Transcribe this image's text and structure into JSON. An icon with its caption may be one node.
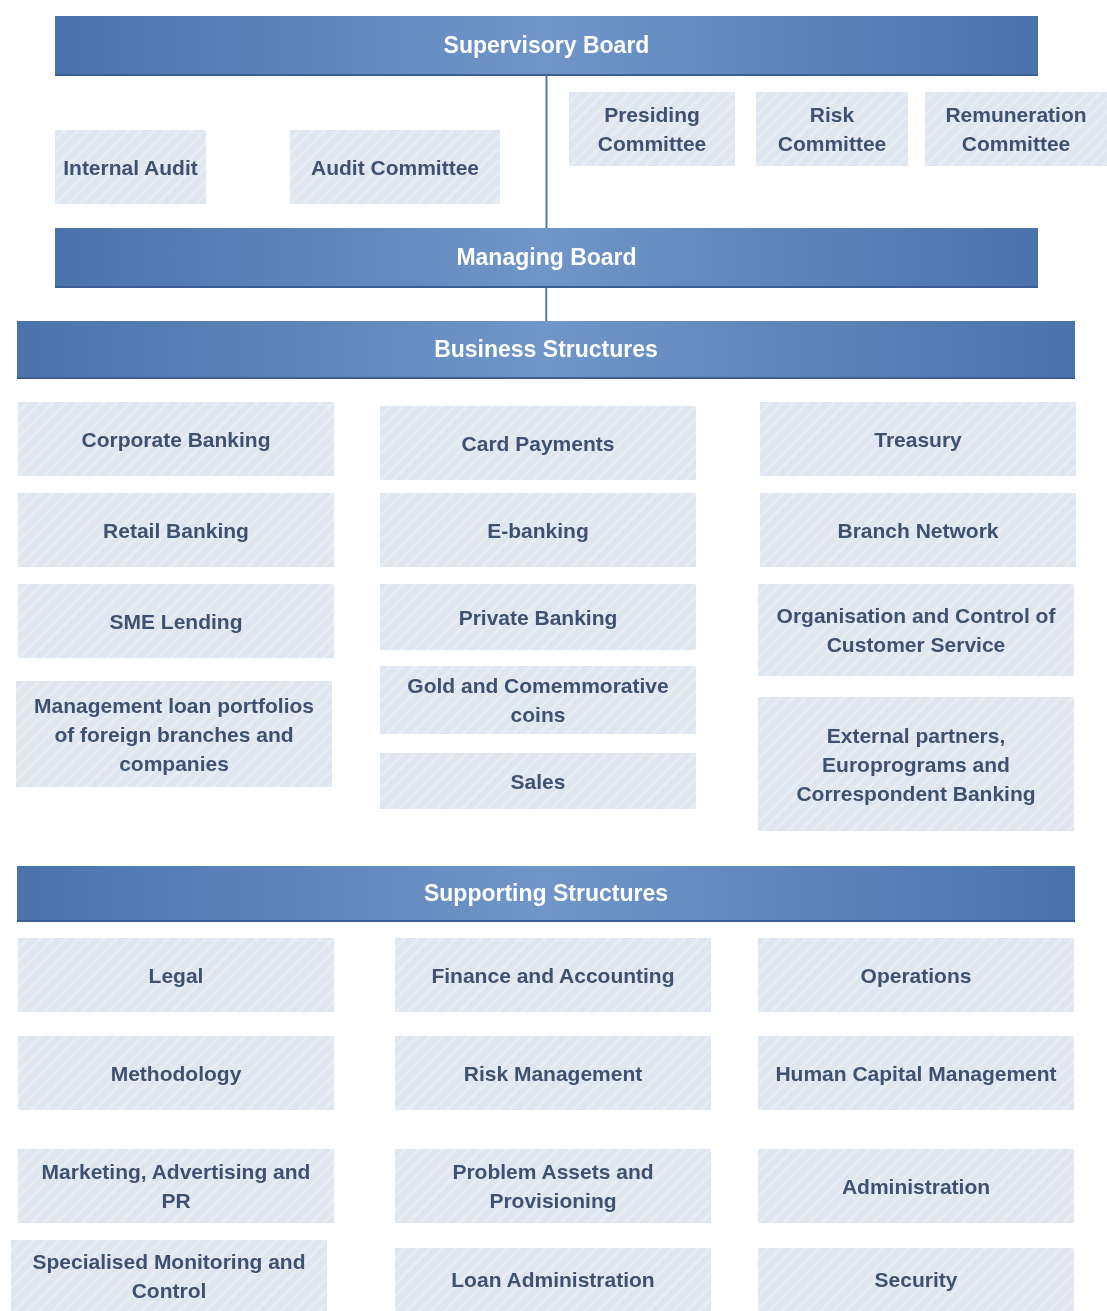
{
  "diagram": {
    "nodes": [
      {
        "text": [
          "Supervisory Board"
        ]
      },
      {
        "text": [
          "Internal Audit"
        ]
      },
      {
        "text": [
          "Audit Committee"
        ]
      },
      {
        "text": [
          "Presiding Committee"
        ]
      },
      {
        "text": [
          "Risk Committee"
        ]
      },
      {
        "text": [
          "Remuneration Committee"
        ]
      },
      {
        "text": [
          "Managing Board"
        ]
      },
      {
        "text": [
          "Business Structures"
        ]
      },
      {
        "text": [
          "Corporate Banking"
        ]
      },
      {
        "text": [
          "Card Payments"
        ]
      },
      {
        "text": [
          "Treasury"
        ]
      },
      {
        "text": [
          "Retail Banking"
        ]
      },
      {
        "text": [
          "E-banking"
        ]
      },
      {
        "text": [
          "Branch Network"
        ]
      },
      {
        "text": [
          "SME Lending"
        ]
      },
      {
        "text": [
          "Private Banking"
        ]
      },
      {
        "text": [
          "Organisation and Control of Customer Service"
        ]
      },
      {
        "text": [
          "Management loan portfolios of foreign branches and companies"
        ]
      },
      {
        "text": [
          "Gold and Comemmorative coins"
        ]
      },
      {
        "text": [
          "External partners, Europrograms and Correspondent Banking"
        ]
      },
      {
        "text": [
          "Sales"
        ]
      },
      {
        "text": [
          "Supporting Structures"
        ]
      },
      {
        "text": [
          "Legal"
        ]
      },
      {
        "text": [
          "Finance and Accounting"
        ]
      },
      {
        "text": [
          "Operations"
        ]
      },
      {
        "text": [
          "Methodology"
        ]
      },
      {
        "text": [
          "Risk Management"
        ]
      },
      {
        "text": [
          "Human Capital Management"
        ]
      },
      {
        "text": [
          "Marketing, Advertising and PR"
        ]
      },
      {
        "text": [
          "Problem Assets and Provisioning"
        ]
      },
      {
        "text": [
          "Administration"
        ]
      },
      {
        "text": [
          "Specialised Monitoring and Control"
        ]
      },
      {
        "text": [
          "Loan Administration"
        ]
      },
      {
        "text": [
          "Security"
        ]
      }
    ],
    "edges": [
      {
        "from": 0,
        "to": 6,
        "arrow": "none"
      },
      {
        "from": 6,
        "to": 7,
        "arrow": "none"
      }
    ]
  }
}
